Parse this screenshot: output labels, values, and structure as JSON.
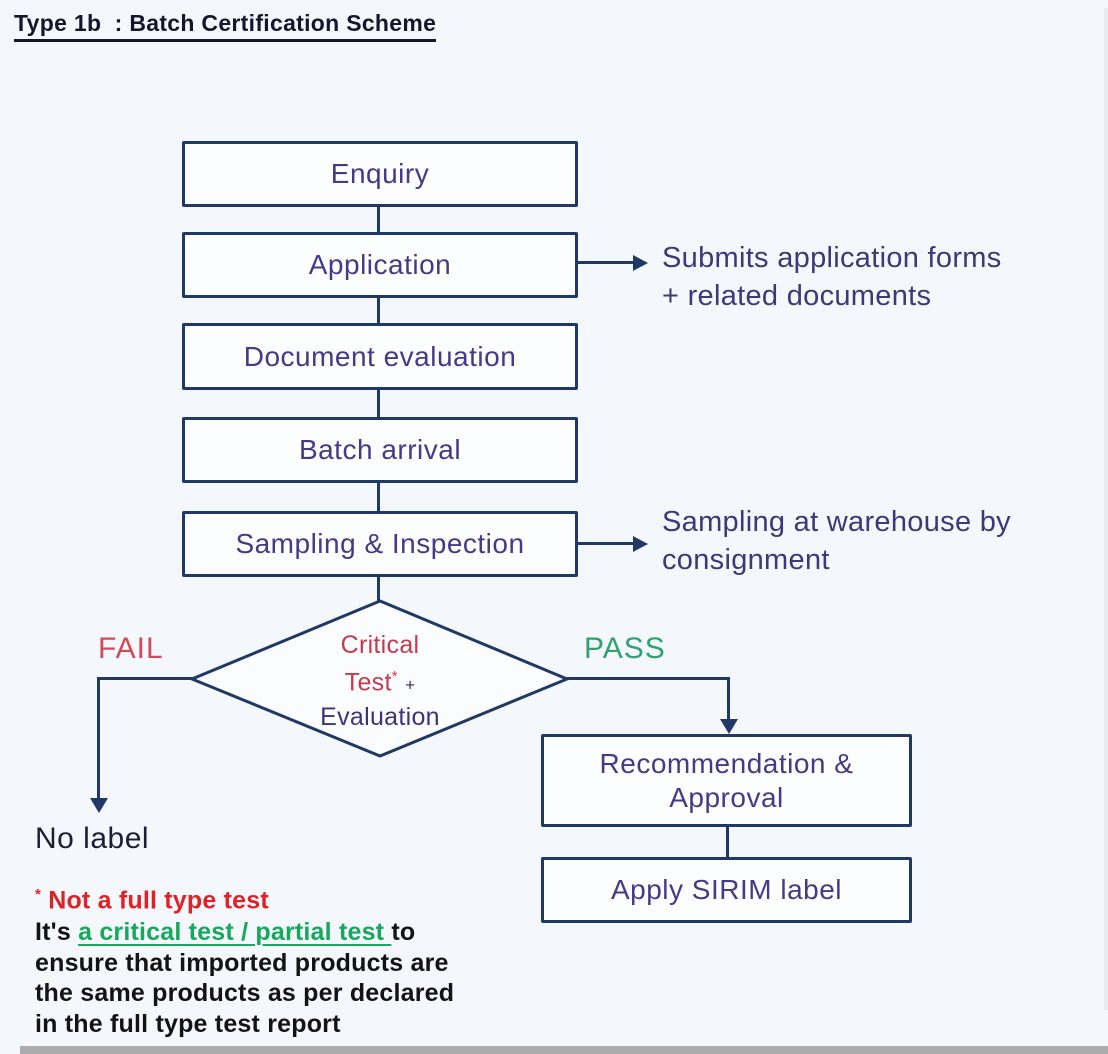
{
  "page": {
    "title": "Type 1b  : Batch Certification Scheme"
  },
  "colors": {
    "line_navy": "#1f3864",
    "box_text_violet": "#453a85",
    "fail_red": "#d2495a",
    "pass_green": "#2ea36f",
    "critical_red": "#c53a4e",
    "note_red": "#e02128",
    "note_green": "#18a85c",
    "background": "#f4f7fb"
  },
  "flow": {
    "boxes": [
      {
        "label": "Enquiry"
      },
      {
        "label": "Application"
      },
      {
        "label": "Document evaluation"
      },
      {
        "label": "Batch arrival"
      },
      {
        "label": "Sampling & Inspection"
      }
    ],
    "annotations": [
      {
        "text": "Submits application forms\n+ related documents"
      },
      {
        "text": "Sampling at warehouse by\nconsignment"
      }
    ],
    "decision": {
      "line1": "Critical",
      "line2_main": "Test",
      "line2_sup": "*",
      "line2_plus": "+",
      "line3": "Evaluation",
      "fail_label": "FAIL",
      "pass_label": "PASS"
    },
    "fail_result": "No label",
    "pass_boxes": [
      {
        "label": "Recommendation &\nApproval"
      },
      {
        "label": "Apply SIRIM label"
      }
    ]
  },
  "footnote": {
    "asterisk": "*",
    "red_line": "Not a full type test",
    "line2_prefix": "It's ",
    "line2_green": "a critical test / partial test ",
    "line2_suffix": "to",
    "line3": "ensure that imported products are",
    "line4": "the same products as per declared",
    "line5": "in the full type test report"
  }
}
